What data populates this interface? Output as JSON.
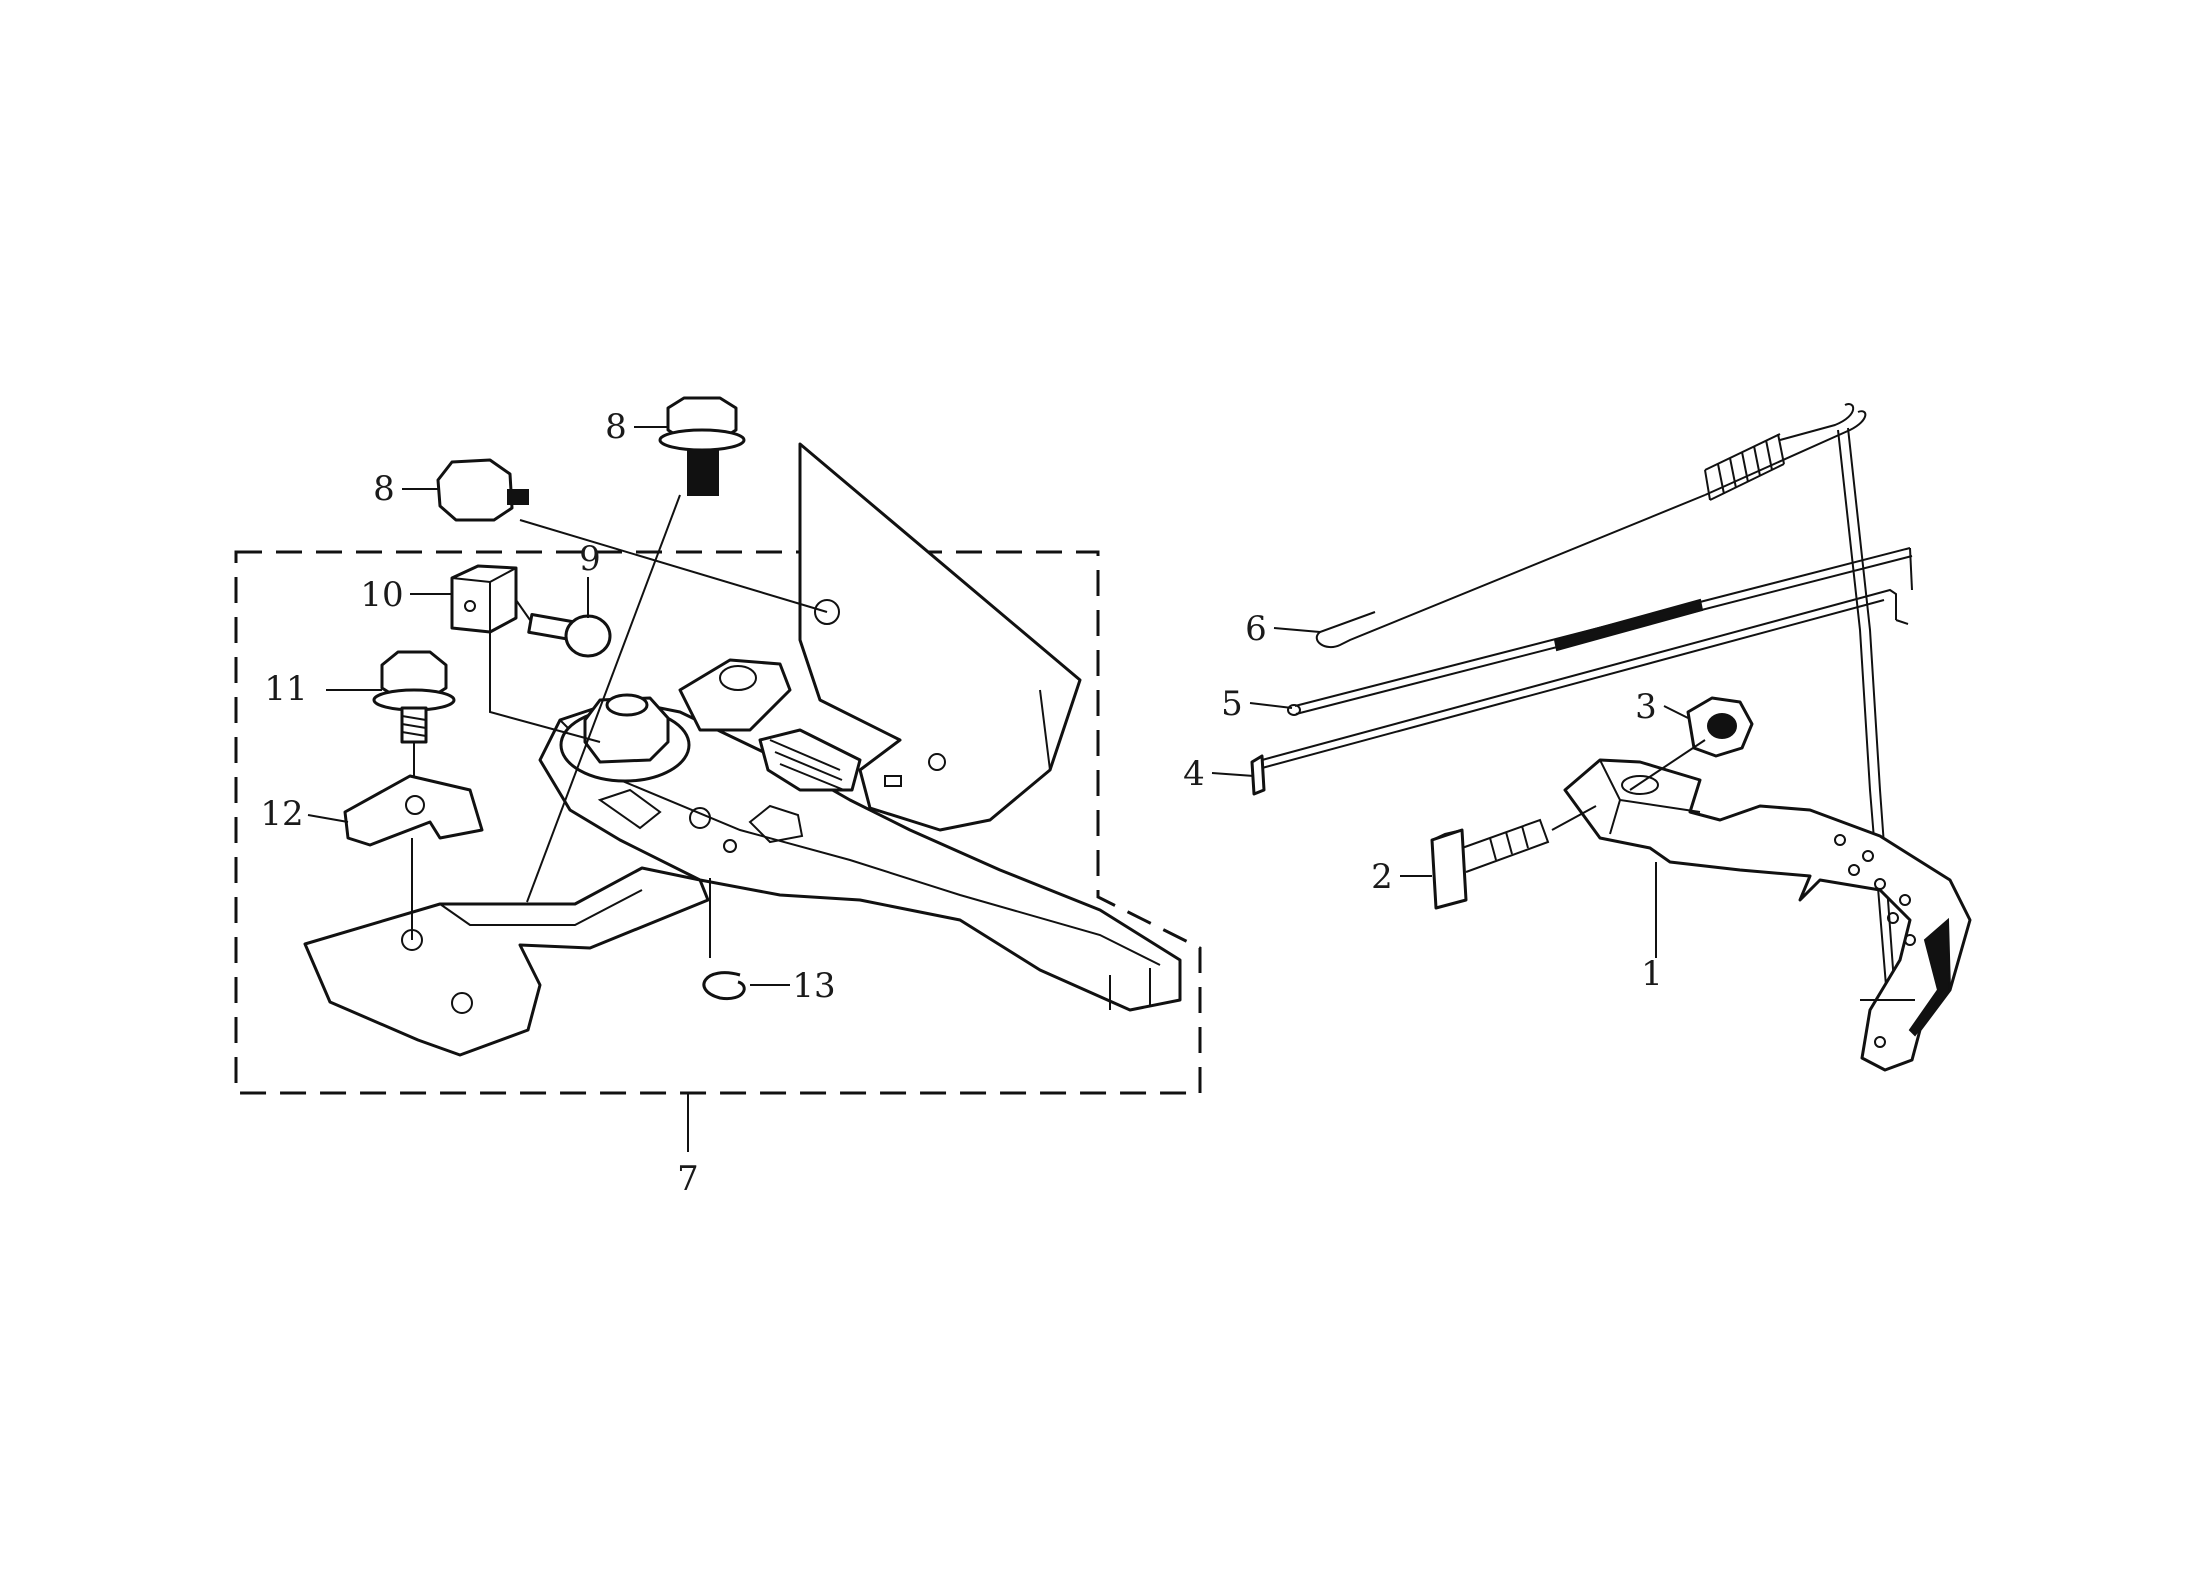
{
  "callouts": {
    "c1": "1",
    "c2": "2",
    "c3": "3",
    "c4": "4",
    "c5": "5",
    "c6": "6",
    "c7": "7",
    "c8a": "8",
    "c8b": "8",
    "c9": "9",
    "c10": "10",
    "c11": "11",
    "c12": "12",
    "c13": "13"
  },
  "colors": {
    "ink": "#111111",
    "background": "#ffffff"
  }
}
